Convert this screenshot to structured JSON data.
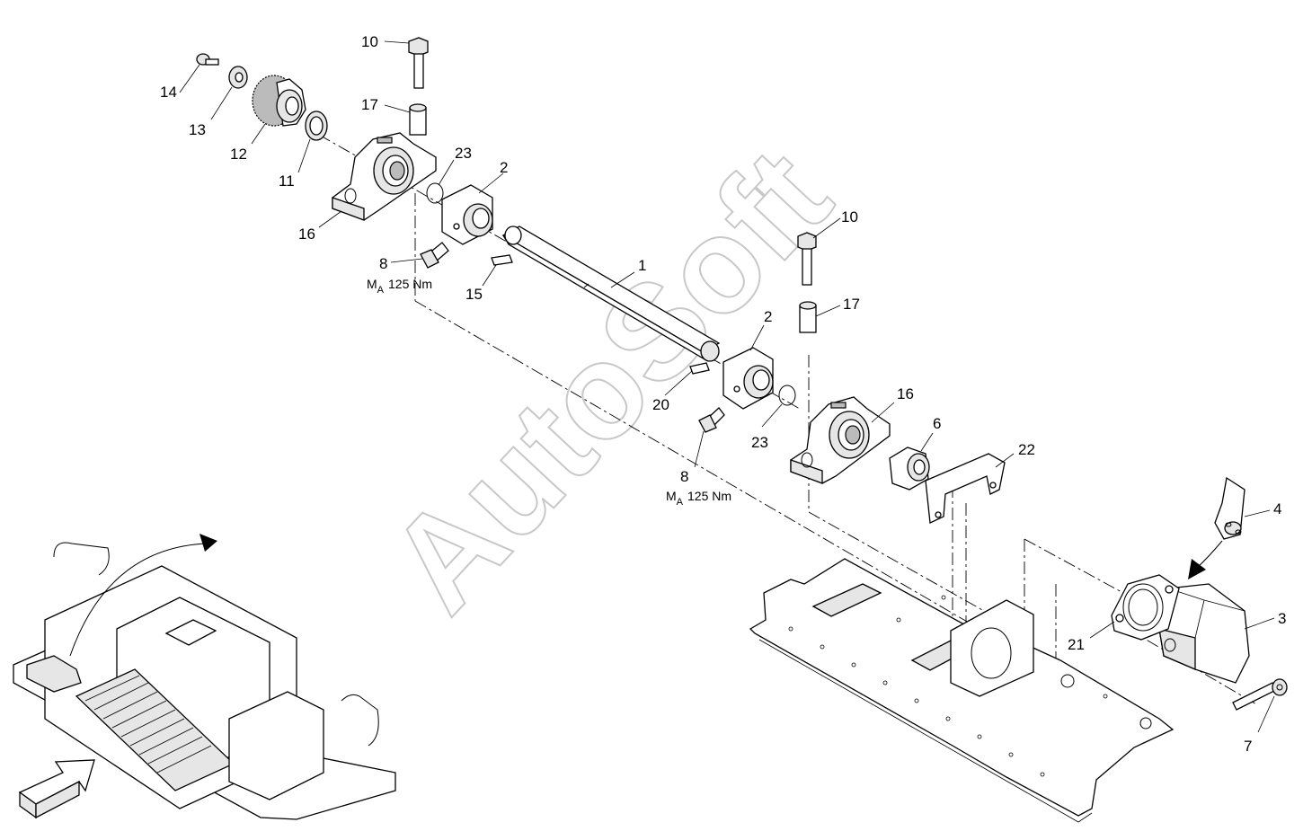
{
  "callouts": {
    "c1": "1",
    "c2a": "2",
    "c2b": "2",
    "c3": "3",
    "c4": "4",
    "c6": "6",
    "c7": "7",
    "c8a": "8",
    "c8b": "8",
    "c10a": "10",
    "c10b": "10",
    "c11": "11",
    "c12": "12",
    "c13": "13",
    "c14": "14",
    "c15": "15",
    "c16a": "16",
    "c16b": "16",
    "c17a": "17",
    "c17b": "17",
    "c20": "20",
    "c21": "21",
    "c22": "22",
    "c23a": "23",
    "c23b": "23"
  },
  "torque": {
    "symbol": "M",
    "subscript": "A",
    "value": "125 Nm"
  },
  "watermark": "AutoSoft"
}
